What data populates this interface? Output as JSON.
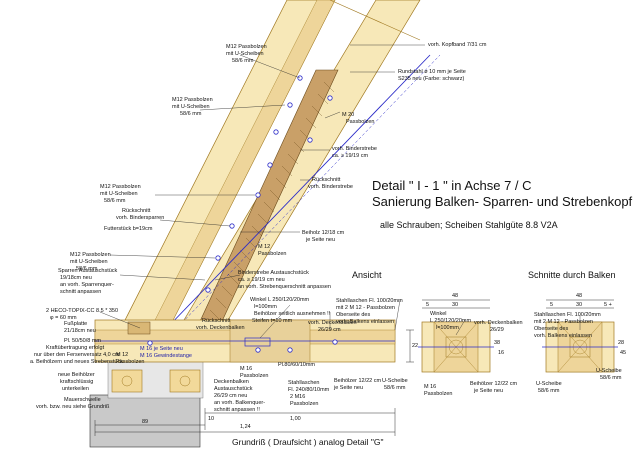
{
  "title": {
    "line1": "Detail  \" I - 1 \" in Achse 7 / C",
    "line2": "Sanierung Balken- Sparren- und Strebenkopf",
    "note": "alle Schrauben; Scheiben Stahlgüte 8.8 V2A"
  },
  "headings": {
    "ansicht": "Ansicht",
    "schnitte": "Schnitte durch Balken",
    "grundriss": "Grundriß ( Draufsicht ) analog Detail \"G\""
  },
  "labels": {
    "kopfband": "vorh. Kopfband 7/31 cm",
    "rundstahl1": "Rundstahl ø 10 mm je Seite",
    "rundstahl2": "S235 neu  (Farbe: schwarz)",
    "m12a1": "M12 Passbolzen",
    "m12a2": "mit U-Scheiben",
    "m12a3": "58/6 mm",
    "m12b1": "M12 Passbolzen",
    "m12b2": "mit U-Scheiben",
    "m12b3": "58/6 mm",
    "m20a": "M 20",
    "m20b": "Passbolzen",
    "binder1": "vorh. Binderstrebe",
    "binder2": "ca. ≥ 19/19 cm",
    "rueck1": "Rückschnitt",
    "rueck2": "vorh. Binderstrebe",
    "m12c1": "M12 Passbolzen",
    "m12c2": "mit U-Scheiben",
    "m12c3": "58/6 mm",
    "rueck3": "Rückschnitt",
    "rueck4": "vorh. Bindersparren",
    "futter": "Futterstück b=19cm",
    "beih1": "Beiholz 12/18 cm",
    "beih2": "je Seite neu",
    "m12d": "M 12",
    "m12d2": "Passbolzen",
    "m12e1": "M12 Passbolzen",
    "m12e2": "mit U-Scheiben",
    "m12e3": "58/6 mm",
    "sparren1": "Sparren Austauschstück",
    "sparren2": "19/18cm neu",
    "sparren3": "an vorh. Sparrenquer-",
    "sparren4": "schnitt anpassen",
    "strebe1": "Binderstrebe Austauschstück",
    "strebe2": "ca. ≥ 19/19 cm neu",
    "strebe3": "an vorh. Strebenquerschnitt anpassen",
    "heco1": "2 HECO-TOPIX-CC 8.5 * 350",
    "heco2": "φ = 60 mm",
    "fuss1": "Fußplatte",
    "fuss2": "21/18cm neu",
    "pl": "Pl. 50/50/8 mm",
    "kraft1": "Kraftübertragung erfolgt",
    "kraft2": "nur über den Fersenversatz 4,0 cm",
    "kraft3": "a. Beihölzern und neues Strebenstück",
    "m12f1": "M 12",
    "m12f2": "Passbolzen",
    "beinew1": "neue Beihölzer",
    "beinew2": "kraftschlüssig",
    "beinew3": "unterkeilen",
    "mauer1": "Mauerschwelle",
    "mauer2": "vorh. bzw. neu siehe Grundriß",
    "winkel1": "Winkel L 250/120/20mm",
    "winkel2": "l=100mm",
    "winkel3": "Beihölzer seitlich ausnehmen !!",
    "winkel4": "Steifen t=10 mm",
    "rueck5": "Rückschnitt",
    "rueck6": "vorh. Deckenbalken",
    "vdb1": "vorh. Deckenbalken",
    "vdb2": "26/29 cm",
    "sfl1": "Stahllaschen Fl. 100/20mm",
    "sfl2": "mit 2 M 12 - Passbolzen",
    "sfl3": "Oberseite des",
    "sfl4": "vorh. Balkens einlassen",
    "sek1": "M 16 je Seite neu",
    "sek2": "M 16 Gewindestange",
    "sek3": "M 16",
    "sek4": "Passbolzen",
    "db1": "Deckenbalken",
    "db2": "Austauschstück",
    "db3": "26/29 cm neu",
    "db4": "an vorh. Balkenquer-",
    "db5": "schnitt anpassen !!",
    "stl1": "Stahllaschen",
    "stl2": "Fl. 240/80/10mm",
    "stl3": "2 M16",
    "stl4": "Passbolzen",
    "pl2": "Pl.80/60/10mm",
    "beih3": "Beihölzer 12/22 cm",
    "beih4": "je Seite neu",
    "us1": "U-Scheibe",
    "us2": "58/6 mm",
    "s_db1": "vorh. Deckenbalken",
    "s_db2": "26/29",
    "s_winkel1": "Winkel",
    "s_winkel2": "L 250/120/20mm",
    "s_winkel3": "l=100mm",
    "s_m16a": "M 16",
    "s_m16b": "Passbolzen",
    "s_beih1": "Beihölzer 12/22 cm",
    "s_beih2": "je Seite neu",
    "s_sfl1": "Stahllaschen Fl. 100/20mm",
    "s_sfl2": "mit 2 M 12 - Passbolzen",
    "s_sfl3": "Oberseite des",
    "s_sfl4": "vorh. Balkens einlassen",
    "s_us1": "U-Scheibe",
    "s_us2": "58/6 mm",
    "s_us3": "U-Scheibe",
    "s_us4": "58/6 mm"
  },
  "dimensions": {
    "d89": "89",
    "d10": "10",
    "d100": "1,00",
    "d124": "1,24",
    "d22a": "22",
    "d48a": "48",
    "d48b": "48",
    "d5a": "5",
    "d30a": "30",
    "d5b": "5",
    "d30b": "30",
    "d5c": "5 +",
    "d38": "38",
    "d28": "28",
    "d16": "16",
    "d45": "45"
  }
}
